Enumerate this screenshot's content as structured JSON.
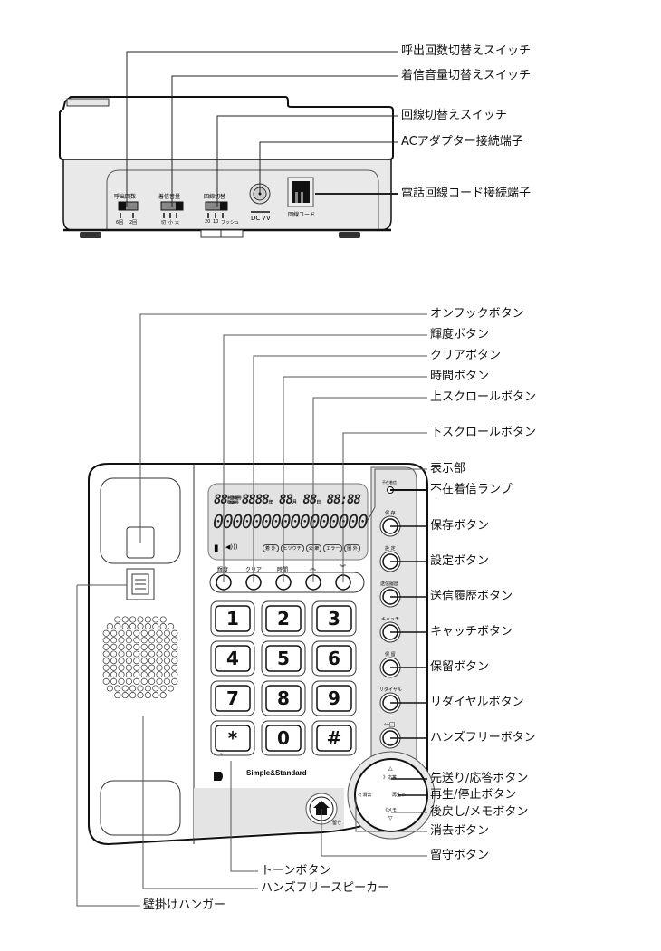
{
  "back_view": {
    "callouts": [
      {
        "id": "ring-count-switch",
        "label": "呼出回数切替えスイッチ"
      },
      {
        "id": "ringer-volume-switch",
        "label": "着信音量切替えスイッチ"
      },
      {
        "id": "line-mode-switch",
        "label": "回線切替えスイッチ"
      },
      {
        "id": "ac-adapter-jack",
        "label": "ACアダプター接続端子"
      },
      {
        "id": "phone-line-jack",
        "label": "電話回線コード接続端子"
      }
    ],
    "switches": [
      {
        "title": "呼出回数",
        "positions": [
          "6回",
          "2回"
        ]
      },
      {
        "title": "着信音量",
        "positions": [
          "切",
          "小",
          "大"
        ]
      },
      {
        "title": "回線切替",
        "positions": [
          "20",
          "10",
          "プッシュ"
        ]
      }
    ],
    "dc_label": "DC 7V",
    "line_cord_label": "回線コード"
  },
  "front_view": {
    "callouts_right": [
      {
        "id": "on-hook-button",
        "label": "オンフックボタン"
      },
      {
        "id": "brightness-button",
        "label": "輝度ボタン"
      },
      {
        "id": "clear-button",
        "label": "クリアボタン"
      },
      {
        "id": "time-button",
        "label": "時間ボタン"
      },
      {
        "id": "scroll-up-button",
        "label": "上スクロールボタン"
      },
      {
        "id": "scroll-down-button",
        "label": "下スクロールボタン"
      },
      {
        "id": "display",
        "label": "表示部"
      },
      {
        "id": "missed-call-lamp",
        "label": "不在着信ランプ"
      },
      {
        "id": "save-button",
        "label": "保存ボタン"
      },
      {
        "id": "settings-button",
        "label": "設定ボタン"
      },
      {
        "id": "sent-history-button",
        "label": "送信履歴ボタン"
      },
      {
        "id": "catch-button",
        "label": "キャッチボタン"
      },
      {
        "id": "hold-button",
        "label": "保留ボタン"
      },
      {
        "id": "redial-button",
        "label": "リダイヤルボタン"
      },
      {
        "id": "handsfree-button",
        "label": "ハンズフリーボタン"
      },
      {
        "id": "forward-answer-button",
        "label": "先送り/応答ボタン"
      },
      {
        "id": "play-stop-button",
        "label": "再生/停止ボタン"
      },
      {
        "id": "back-memo-button",
        "label": "後戻し/メモボタン"
      },
      {
        "id": "delete-button",
        "label": "消去ボタン"
      },
      {
        "id": "answering-button",
        "label": "留守ボタン"
      }
    ],
    "callouts_bottom": [
      {
        "id": "tone-button",
        "label": "トーンボタン"
      },
      {
        "id": "handsfree-speaker",
        "label": "ハンズフリースピーカー"
      },
      {
        "id": "wall-hanger",
        "label": "壁掛けハンガー"
      }
    ],
    "lcd": {
      "row1": [
        "88",
        "8888",
        "88",
        "88",
        "88:88"
      ],
      "row1_small": [
        "未登録番号",
        "登録番号"
      ],
      "row1_units": [
        "年",
        "月",
        "日"
      ],
      "row2": "0000000000000000",
      "indicators": [
        "着 外",
        "ヒツウチ",
        "公 衆",
        "エラー",
        "圏 外"
      ]
    },
    "function_keys": [
      "輝度",
      "クリア",
      "時間",
      "︽",
      "︾"
    ],
    "keypad": [
      "1",
      "2",
      "3",
      "4",
      "5",
      "6",
      "7",
      "8",
      "9",
      "*",
      "0",
      "#"
    ],
    "tone_label": "トーン",
    "brand": "Simple&Standard",
    "side_buttons": [
      {
        "label": "不在着信"
      },
      {
        "label": "保 存"
      },
      {
        "label": "設 定"
      },
      {
        "label": "送信履歴"
      },
      {
        "label": "キャッチ"
      },
      {
        "label": "保 留"
      },
      {
        "label": "リダイヤル"
      },
      {
        "label": "⇦□"
      }
    ],
    "dial": {
      "up": "△",
      "answer": "》応答",
      "delete": "◁ 消去",
      "play": "再生 ▷",
      "memo": "《メモ",
      "down": "▽"
    },
    "answering_label": "留守"
  }
}
